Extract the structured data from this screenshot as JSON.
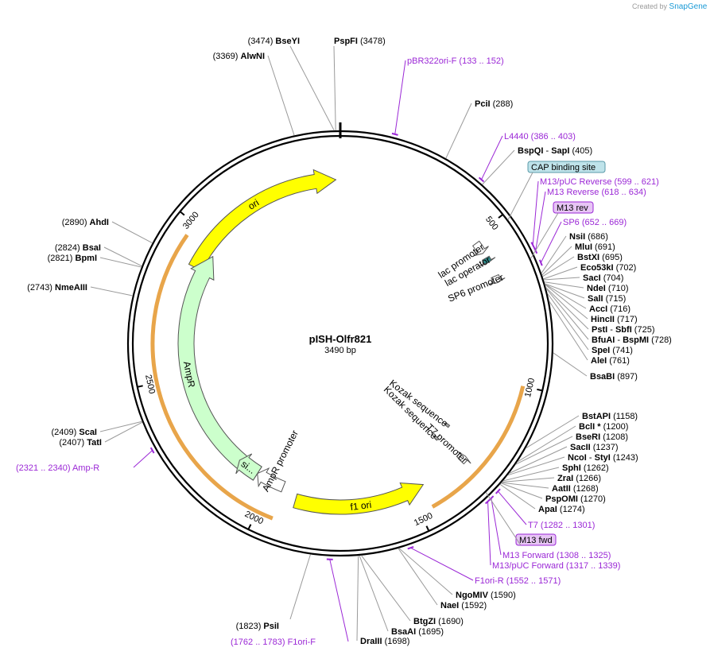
{
  "brand": {
    "created_by": "Created by",
    "product": "SnapGene",
    "accent": "#1a9ad6"
  },
  "plasmid": {
    "name": "pISH-Olfr821",
    "length_label": "3490 bp",
    "length": 3490
  },
  "ticks": [
    {
      "pos": 500,
      "label": "500"
    },
    {
      "pos": 1000,
      "label": "1000"
    },
    {
      "pos": 1500,
      "label": "1500"
    },
    {
      "pos": 2000,
      "label": "2000"
    },
    {
      "pos": 2500,
      "label": "2500"
    },
    {
      "pos": 3000,
      "label": "3000"
    }
  ],
  "colors": {
    "backbone": "#000000",
    "primer": "#9b28d6",
    "ori": "#ffff00",
    "ampr": "#ccffcc",
    "promoter": "#ffffff",
    "orf": "#e8a54a",
    "lac_operator": "#2b8a8a",
    "enzyme_line": "#9a9a9a"
  },
  "features": [
    {
      "id": "ori",
      "label": "ori",
      "start": 2885,
      "end": 3475,
      "color": "#ffff00",
      "direction": "forward"
    },
    {
      "id": "f1-ori",
      "label": "f1 ori",
      "start": 1450,
      "end": 1900,
      "color": "#ffff00",
      "direction": "reverse"
    },
    {
      "id": "ampr",
      "label": "AmpR",
      "start": 2060,
      "end": 2950,
      "color": "#ccffcc",
      "direction": "forward"
    },
    {
      "id": "ampr-promoter",
      "label": "AmpR promoter",
      "start": 1955,
      "end": 2060,
      "color": "#ffffff",
      "direction": "forward"
    },
    {
      "id": "ampr-signal",
      "label": "si...",
      "start": 2060,
      "end": 2140,
      "color": "#ccffcc",
      "direction": "forward"
    },
    {
      "id": "lac-promoter",
      "label": "lac promoter",
      "start": 520,
      "end": 560,
      "color": "#ffffff",
      "direction": "forward"
    },
    {
      "id": "lac-operator",
      "label": "lac operator",
      "start": 578,
      "end": 595,
      "color": "#2b8a8a",
      "direction": "forward"
    },
    {
      "id": "sp6-promoter",
      "label": "SP6 promoter",
      "start": 645,
      "end": 668,
      "color": "#ffffff",
      "direction": "forward"
    },
    {
      "id": "t7-promoter",
      "label": "T7 promoter",
      "start": 1280,
      "end": 1302,
      "color": "#ffffff",
      "direction": "reverse"
    },
    {
      "id": "kozak-1",
      "label": "Kozak sequence",
      "start": 1230,
      "end": 1240,
      "color": "#aaaaaa",
      "direction": "none"
    },
    {
      "id": "kozak-2",
      "label": "Kozak sequence",
      "start": 1300,
      "end": 1310,
      "color": "#aaaaaa",
      "direction": "none"
    }
  ],
  "boxed_labels": [
    {
      "label": "CAP binding site",
      "pos": 520,
      "fill": "#bfe3ea",
      "stroke": "#5a9aa8"
    },
    {
      "label": "M13 rev",
      "pos": 640,
      "fill": "#e7c5f5",
      "stroke": "#9b28d6"
    },
    {
      "label": "M13 fwd",
      "pos": 1315,
      "fill": "#e7c5f5",
      "stroke": "#9b28d6"
    }
  ],
  "primers": [
    {
      "name": "pBR322ori-F",
      "range": "(133 .. 152)",
      "pos": 142
    },
    {
      "name": "L4440",
      "range": "(386 .. 403)",
      "pos": 395
    },
    {
      "name": "M13/pUC Reverse",
      "range": "(599 .. 621)",
      "pos": 610
    },
    {
      "name": "M13 Reverse",
      "range": "(618 .. 634)",
      "pos": 626
    },
    {
      "name": "SP6",
      "range": "(652 .. 669)",
      "pos": 660
    },
    {
      "name": "T7",
      "range": "(1282 .. 1301)",
      "pos": 1291
    },
    {
      "name": "M13 Forward",
      "range": "(1308 .. 1325)",
      "pos": 1316
    },
    {
      "name": "M13/pUC Forward",
      "range": "(1317 .. 1339)",
      "pos": 1328
    },
    {
      "name": "F1ori-R",
      "range": "(1552 .. 1571)",
      "pos": 1561
    },
    {
      "name": "F1ori-F",
      "range": "(1762 .. 1783)",
      "pos": 1772
    },
    {
      "name": "Amp-R",
      "range": "(2321 .. 2340)",
      "pos": 2330
    }
  ],
  "enzymes_right_top": [
    {
      "name": "PciI",
      "pos_label": "(288)",
      "pos": 288
    },
    {
      "name": "BspQI",
      "name2": "SapI",
      "pos_label": "(405)",
      "pos": 405
    }
  ],
  "enzymes_right_mcs": [
    {
      "name": "NsiI",
      "pos_label": "(686)",
      "pos": 686
    },
    {
      "name": "MluI",
      "pos_label": "(691)",
      "pos": 691
    },
    {
      "name": "BstXI",
      "pos_label": "(695)",
      "pos": 695
    },
    {
      "name": "Eco53kI",
      "pos_label": "(702)",
      "pos": 702
    },
    {
      "name": "SacI",
      "pos_label": "(704)",
      "pos": 704
    },
    {
      "name": "NdeI",
      "pos_label": "(710)",
      "pos": 710
    },
    {
      "name": "SalI",
      "pos_label": "(715)",
      "pos": 715
    },
    {
      "name": "AccI",
      "pos_label": "(716)",
      "pos": 716
    },
    {
      "name": "HincII",
      "pos_label": "(717)",
      "pos": 717
    },
    {
      "name": "PstI",
      "name2": "SbfI",
      "pos_label": "(725)",
      "pos": 725
    },
    {
      "name": "BfuAI",
      "name2": "BspMI",
      "pos_label": "(728)",
      "pos": 728
    },
    {
      "name": "SpeI",
      "pos_label": "(741)",
      "pos": 741
    },
    {
      "name": "AleI",
      "pos_label": "(761)",
      "pos": 761
    },
    {
      "name": "BsaBI",
      "pos_label": "(897)",
      "pos": 897
    }
  ],
  "enzymes_right_bottom": [
    {
      "name": "BstAPI",
      "pos_label": "(1158)",
      "pos": 1158
    },
    {
      "name": "BclI *",
      "pos_label": "(1200)",
      "pos": 1200
    },
    {
      "name": "BseRI",
      "pos_label": "(1208)",
      "pos": 1208
    },
    {
      "name": "SacII",
      "pos_label": "(1237)",
      "pos": 1237
    },
    {
      "name": "NcoI",
      "name2": "StyI",
      "pos_label": "(1243)",
      "pos": 1243
    },
    {
      "name": "SphI",
      "pos_label": "(1262)",
      "pos": 1262
    },
    {
      "name": "ZraI",
      "pos_label": "(1266)",
      "pos": 1266
    },
    {
      "name": "AatII",
      "pos_label": "(1268)",
      "pos": 1268
    },
    {
      "name": "PspOMI",
      "pos_label": "(1270)",
      "pos": 1270
    },
    {
      "name": "ApaI",
      "pos_label": "(1274)",
      "pos": 1274
    }
  ],
  "enzymes_bottom": [
    {
      "name": "NgoMIV",
      "pos_label": "(1590)",
      "pos": 1590
    },
    {
      "name": "NaeI",
      "pos_label": "(1592)",
      "pos": 1592
    },
    {
      "name": "BtgZI",
      "pos_label": "(1690)",
      "pos": 1690
    },
    {
      "name": "BsaAI",
      "pos_label": "(1695)",
      "pos": 1695
    },
    {
      "name": "DraIII",
      "pos_label": "(1698)",
      "pos": 1698
    },
    {
      "name": "PsiI",
      "pos_label": "(1823)",
      "pos": 1823
    }
  ],
  "enzymes_left": [
    {
      "name": "ScaI",
      "pos_label": "(2409)",
      "pos": 2409
    },
    {
      "name": "TatI",
      "pos_label": "(2407)",
      "pos": 2407
    },
    {
      "name": "NmeAIII",
      "pos_label": "(2743)",
      "pos": 2743
    },
    {
      "name": "BsaI",
      "pos_label": "(2824)",
      "pos": 2824
    },
    {
      "name": "BpmI",
      "pos_label": "(2821)",
      "pos": 2821
    },
    {
      "name": "AhdI",
      "pos_label": "(2890)",
      "pos": 2890
    },
    {
      "name": "AlwNI",
      "pos_label": "(3369)",
      "pos": 3369
    },
    {
      "name": "BseYI",
      "pos_label": "(3474)",
      "pos": 3474
    },
    {
      "name": "PspFI",
      "pos_label": "(3478)",
      "pos": 3478
    }
  ]
}
